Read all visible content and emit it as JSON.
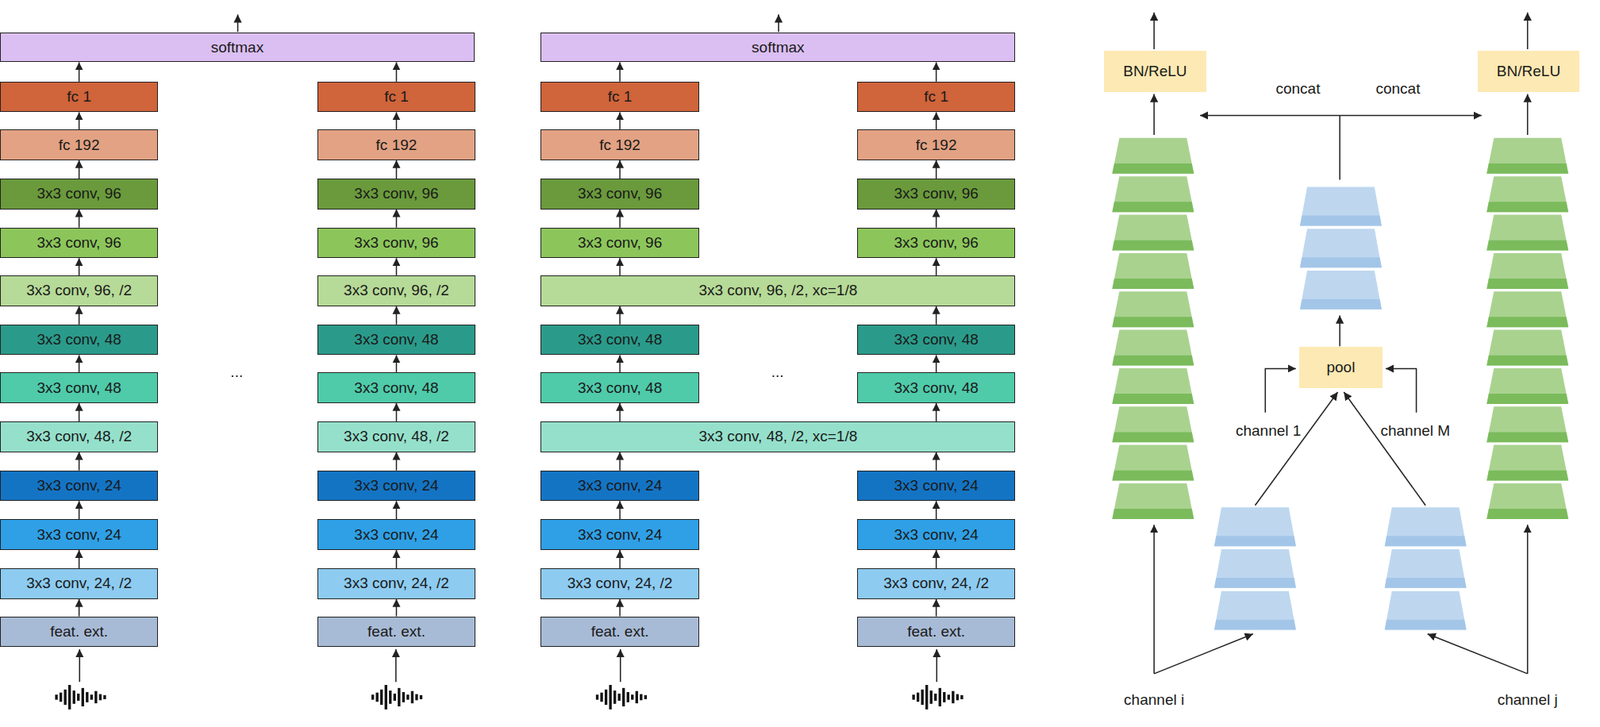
{
  "diagram": {
    "nodes": [
      {
        "text": [
          "softmax"
        ]
      },
      {
        "text": [
          "fc 1"
        ]
      },
      {
        "text": [
          "fc 192"
        ]
      },
      {
        "text": [
          "3x3 conv, 96"
        ]
      },
      {
        "text": [
          "3x3 conv, 96"
        ]
      },
      {
        "text": [
          "3x3 conv, 96, /2"
        ]
      },
      {
        "text": [
          "3x3 conv, 48"
        ]
      },
      {
        "text": [
          "3x3 conv, 48"
        ]
      },
      {
        "text": [
          "3x3 conv, 48, /2"
        ]
      },
      {
        "text": [
          "3x3 conv, 24"
        ]
      },
      {
        "text": [
          "3x3 conv, 24"
        ]
      },
      {
        "text": [
          "3x3 conv, 24, /2"
        ]
      },
      {
        "text": [
          "feat. ext."
        ]
      },
      {
        "text": [
          "fc 1"
        ]
      },
      {
        "text": [
          "fc 192"
        ]
      },
      {
        "text": [
          "3x3 conv, 96"
        ]
      },
      {
        "text": [
          "3x3 conv, 96"
        ]
      },
      {
        "text": [
          "3x3 conv, 96, /2"
        ]
      },
      {
        "text": [
          "3x3 conv, 48"
        ]
      },
      {
        "text": [
          "3x3 conv, 48"
        ]
      },
      {
        "text": [
          "3x3 conv, 48, /2"
        ]
      },
      {
        "text": [
          "3x3 conv, 24"
        ]
      },
      {
        "text": [
          "3x3 conv, 24"
        ]
      },
      {
        "text": [
          "3x3 conv, 24, /2"
        ]
      },
      {
        "text": [
          "feat. ext."
        ]
      },
      {
        "text": [
          "softmax"
        ]
      },
      {
        "text": [
          "fc 1"
        ]
      },
      {
        "text": [
          "fc 192"
        ]
      },
      {
        "text": [
          "3x3 conv, 96"
        ]
      },
      {
        "text": [
          "3x3 conv, 96"
        ]
      },
      {
        "text": [
          "fc 1"
        ]
      },
      {
        "text": [
          "fc 192"
        ]
      },
      {
        "text": [
          "3x3 conv, 96"
        ]
      },
      {
        "text": [
          "3x3 conv, 96"
        ]
      },
      {
        "text": [
          "3x3 conv, 96, /2, xc=1/8"
        ]
      },
      {
        "text": [
          "3x3 conv, 48"
        ]
      },
      {
        "text": [
          "3x3 conv, 48"
        ]
      },
      {
        "text": [
          "3x3 conv, 48"
        ]
      },
      {
        "text": [
          "3x3 conv, 48"
        ]
      },
      {
        "text": [
          "3x3 conv, 48, /2, xc=1/8"
        ]
      },
      {
        "text": [
          "3x3 conv, 24"
        ]
      },
      {
        "text": [
          "3x3 conv, 24"
        ]
      },
      {
        "text": [
          "3x3 conv, 24, /2"
        ]
      },
      {
        "text": [
          "feat. ext."
        ]
      },
      {
        "text": [
          "3x3 conv, 24"
        ]
      },
      {
        "text": [
          "3x3 conv, 24"
        ]
      },
      {
        "text": [
          "3x3 conv, 24, /2"
        ]
      },
      {
        "text": [
          "feat. ext."
        ]
      },
      {
        "text": [
          "BN/ReLU"
        ]
      },
      {
        "text": [
          "BN/ReLU"
        ]
      },
      {
        "text": [
          "pool"
        ]
      }
    ],
    "edges": [
      {
        "from": 1,
        "to": 0,
        "arrow": "to"
      },
      {
        "from": 2,
        "to": 1,
        "arrow": "to"
      },
      {
        "from": 3,
        "to": 2,
        "arrow": "to"
      },
      {
        "from": 4,
        "to": 3,
        "arrow": "to"
      },
      {
        "from": 5,
        "to": 4,
        "arrow": "to"
      },
      {
        "from": 6,
        "to": 5,
        "arrow": "to"
      },
      {
        "from": 7,
        "to": 6,
        "arrow": "to"
      },
      {
        "from": 8,
        "to": 7,
        "arrow": "to"
      },
      {
        "from": 9,
        "to": 8,
        "arrow": "to"
      },
      {
        "from": 10,
        "to": 9,
        "arrow": "to"
      },
      {
        "from": 11,
        "to": 10,
        "arrow": "to"
      },
      {
        "from": 12,
        "to": 11,
        "arrow": "to"
      },
      {
        "from": 13,
        "to": 0,
        "arrow": "to"
      },
      {
        "from": 14,
        "to": 13,
        "arrow": "to"
      },
      {
        "from": 15,
        "to": 14,
        "arrow": "to"
      },
      {
        "from": 16,
        "to": 15,
        "arrow": "to"
      },
      {
        "from": 17,
        "to": 16,
        "arrow": "to"
      },
      {
        "from": 18,
        "to": 17,
        "arrow": "to"
      },
      {
        "from": 19,
        "to": 18,
        "arrow": "to"
      },
      {
        "from": 20,
        "to": 19,
        "arrow": "to"
      },
      {
        "from": 21,
        "to": 20,
        "arrow": "to"
      },
      {
        "from": 22,
        "to": 21,
        "arrow": "to"
      },
      {
        "from": 23,
        "to": 22,
        "arrow": "to"
      },
      {
        "from": 24,
        "to": 23,
        "arrow": "to"
      },
      {
        "from": 26,
        "to": 25,
        "arrow": "to"
      },
      {
        "from": 27,
        "to": 26,
        "arrow": "to"
      },
      {
        "from": 28,
        "to": 27,
        "arrow": "to"
      },
      {
        "from": 29,
        "to": 28,
        "arrow": "to"
      },
      {
        "from": 30,
        "to": 25,
        "arrow": "to"
      },
      {
        "from": 31,
        "to": 30,
        "arrow": "to"
      },
      {
        "from": 32,
        "to": 31,
        "arrow": "to"
      },
      {
        "from": 33,
        "to": 32,
        "arrow": "to"
      },
      {
        "from": 34,
        "to": 29,
        "arrow": "to"
      },
      {
        "from": 34,
        "to": 33,
        "arrow": "to"
      },
      {
        "from": 35,
        "to": 34,
        "arrow": "to"
      },
      {
        "from": 36,
        "to": 35,
        "arrow": "to"
      },
      {
        "from": 37,
        "to": 34,
        "arrow": "to"
      },
      {
        "from": 38,
        "to": 37,
        "arrow": "to"
      },
      {
        "from": 39,
        "to": 36,
        "arrow": "to"
      },
      {
        "from": 39,
        "to": 38,
        "arrow": "to"
      },
      {
        "from": 40,
        "to": 39,
        "arrow": "to"
      },
      {
        "from": 41,
        "to": 40,
        "arrow": "to"
      },
      {
        "from": 42,
        "to": 41,
        "arrow": "to"
      },
      {
        "from": 43,
        "to": 42,
        "arrow": "to"
      },
      {
        "from": 44,
        "to": 39,
        "arrow": "to"
      },
      {
        "from": 45,
        "to": 44,
        "arrow": "to"
      },
      {
        "from": 46,
        "to": 45,
        "arrow": "to"
      },
      {
        "from": 47,
        "to": 46,
        "arrow": "to"
      }
    ],
    "labels": [
      "...",
      "...",
      "concat",
      "concat",
      "channel 1",
      "channel M",
      "channel i",
      "channel j"
    ]
  }
}
